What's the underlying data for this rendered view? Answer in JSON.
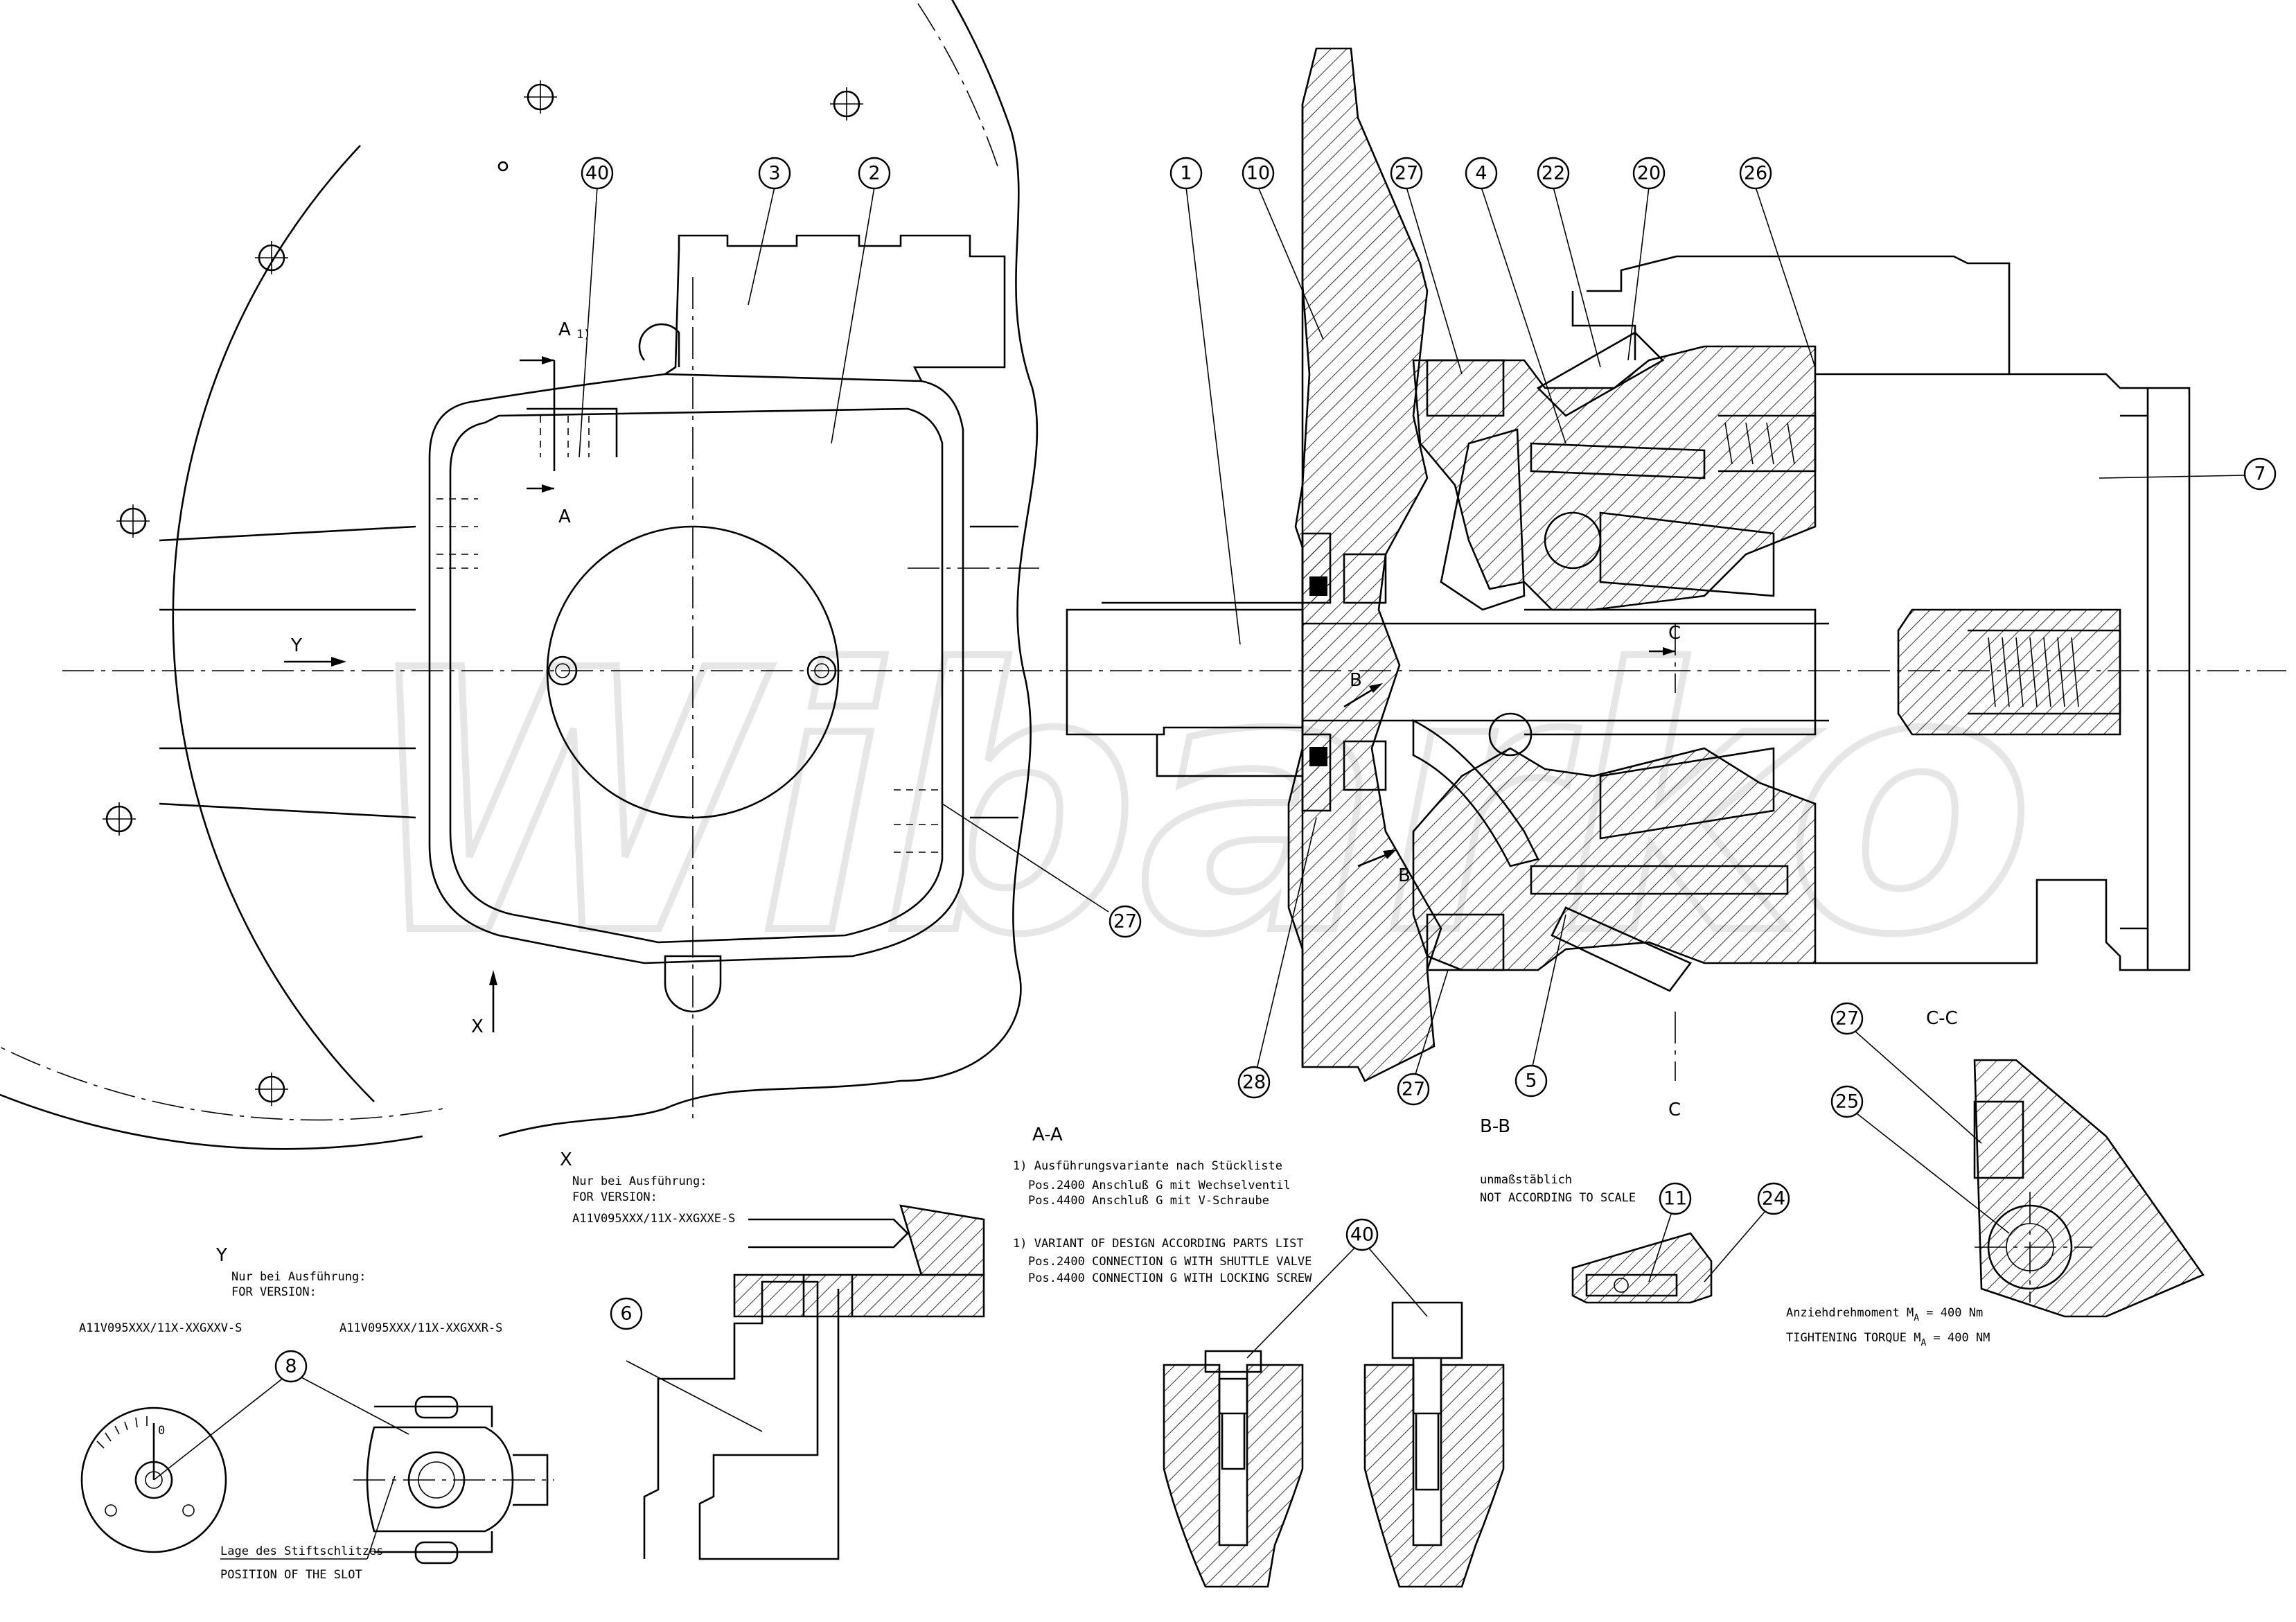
{
  "watermark": "Wibarko",
  "balloons": [
    {
      "id": "b40a",
      "label": "40"
    },
    {
      "id": "b3",
      "label": "3"
    },
    {
      "id": "b2",
      "label": "2"
    },
    {
      "id": "b1",
      "label": "1"
    },
    {
      "id": "b10",
      "label": "10"
    },
    {
      "id": "b27a",
      "label": "27"
    },
    {
      "id": "b4",
      "label": "4"
    },
    {
      "id": "b22",
      "label": "22"
    },
    {
      "id": "b20",
      "label": "20"
    },
    {
      "id": "b26",
      "label": "26"
    },
    {
      "id": "b7",
      "label": "7"
    },
    {
      "id": "b27b",
      "label": "27"
    },
    {
      "id": "b28",
      "label": "28"
    },
    {
      "id": "b27c",
      "label": "27"
    },
    {
      "id": "b5",
      "label": "5"
    },
    {
      "id": "b27d",
      "label": "27"
    },
    {
      "id": "b25",
      "label": "25"
    },
    {
      "id": "b6",
      "label": "6"
    },
    {
      "id": "b8",
      "label": "8"
    },
    {
      "id": "b40b",
      "label": "40"
    },
    {
      "id": "b11",
      "label": "11"
    },
    {
      "id": "b24",
      "label": "24"
    }
  ],
  "view_letters": {
    "a_top": "A",
    "a_bottom": "A",
    "a_note": "1)",
    "y_arrow": "Y",
    "x_arrow": "X",
    "b_top": "B",
    "b_bottom": "B",
    "c_top": "C",
    "c_bottom": "C"
  },
  "section_aa": {
    "title": "A-A",
    "lines": [
      "1) Ausführungsvariante nach Stückliste",
      "Pos.2400 Anschluß G mit Wechselventil",
      "Pos.4400 Anschluß G mit V-Schraube",
      "1) VARIANT OF DESIGN ACCORDING PARTS LIST",
      "Pos.2400 CONNECTION G WITH SHUTTLE VALVE",
      "Pos.4400 CONNECTION G WITH LOCKING SCREW"
    ]
  },
  "section_bb": {
    "title": "B-B",
    "lines": [
      "unmaßstäblich",
      "NOT ACCORDING TO SCALE"
    ]
  },
  "section_cc": {
    "title": "C-C",
    "torque_de_pre": "Anziehdrehmoment M",
    "torque_de_sub": "A",
    "torque_de_val": " = 400 Nm",
    "torque_en_pre": "TIGHTENING TORQUE M",
    "torque_en_sub": "A",
    "torque_en_val": " = 400 NM"
  },
  "view_x": {
    "title": "X",
    "lines": [
      "Nur bei Ausführung:",
      "FOR VERSION:",
      "A11V095XXX/11X-XXGXXE-S"
    ]
  },
  "view_y": {
    "title": "Y",
    "lines": [
      "Nur bei Ausführung:",
      "FOR VERSION:"
    ],
    "version_left": "A11V095XXX/11X-XXGXXV-S",
    "version_right": "A11V095XXX/11X-XXGXXR-S",
    "slot_de": "Lage des Stiftschlitzes",
    "slot_en": "POSITION OF THE SLOT",
    "dial_zero": "0"
  }
}
